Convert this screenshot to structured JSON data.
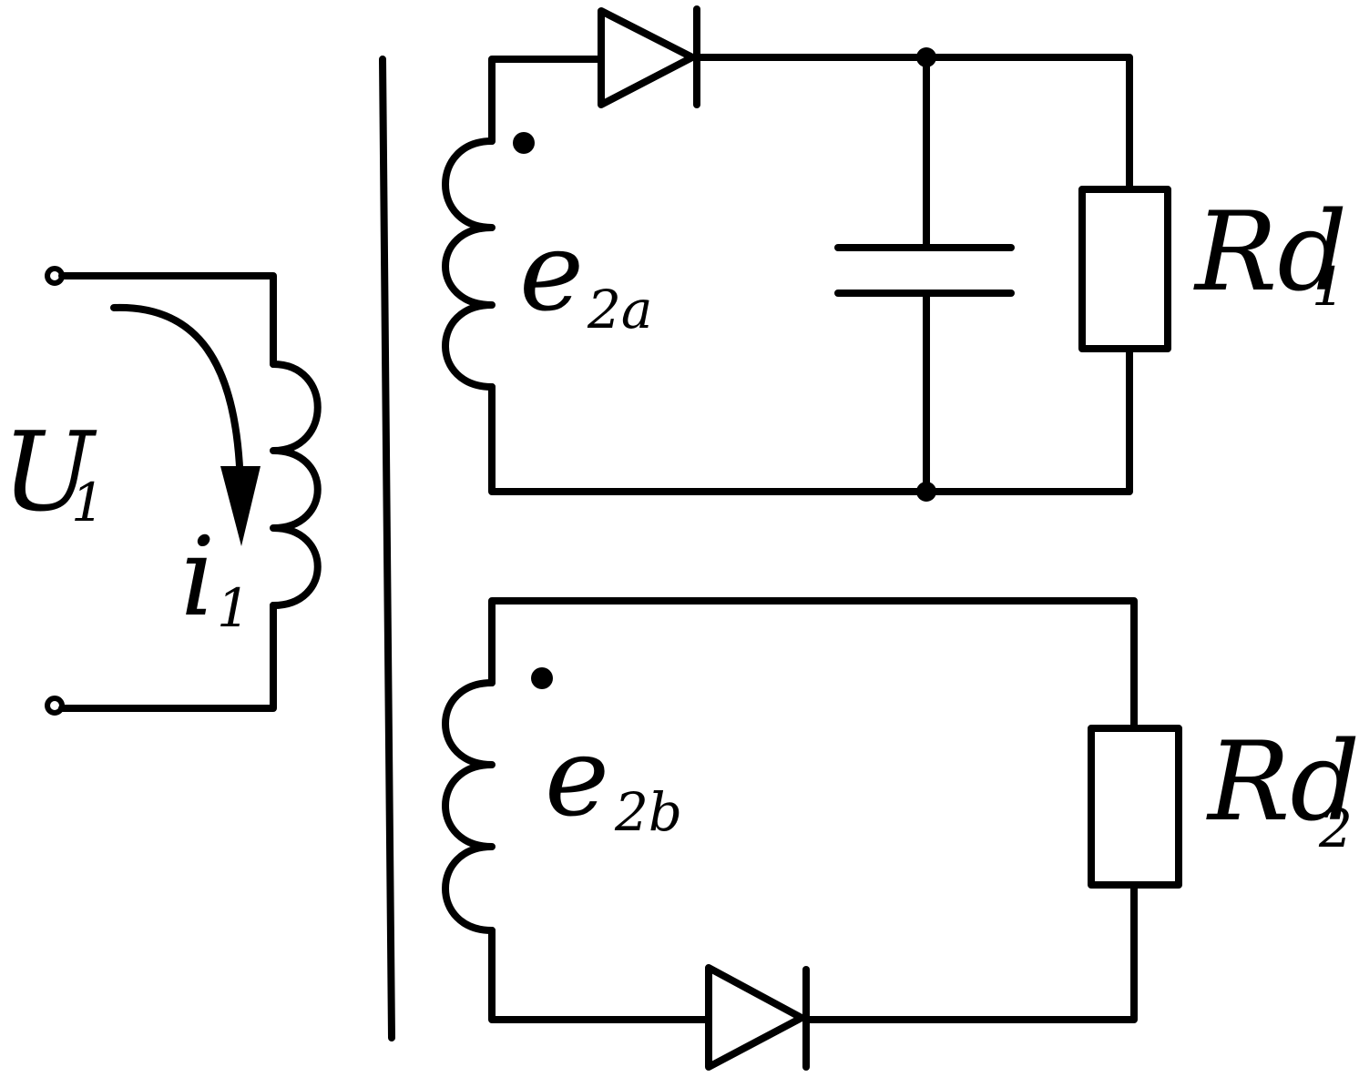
{
  "labels": {
    "u1": {
      "main": "U",
      "sub": "1"
    },
    "i1": {
      "main": "i",
      "sub": "1"
    },
    "e2a": {
      "main": "e",
      "sub": "2a"
    },
    "e2b": {
      "main": "e",
      "sub": "2b"
    },
    "rd1": {
      "main": "Rd",
      "sub": "1"
    },
    "rd2": {
      "main": "Rd",
      "sub": "2"
    }
  }
}
